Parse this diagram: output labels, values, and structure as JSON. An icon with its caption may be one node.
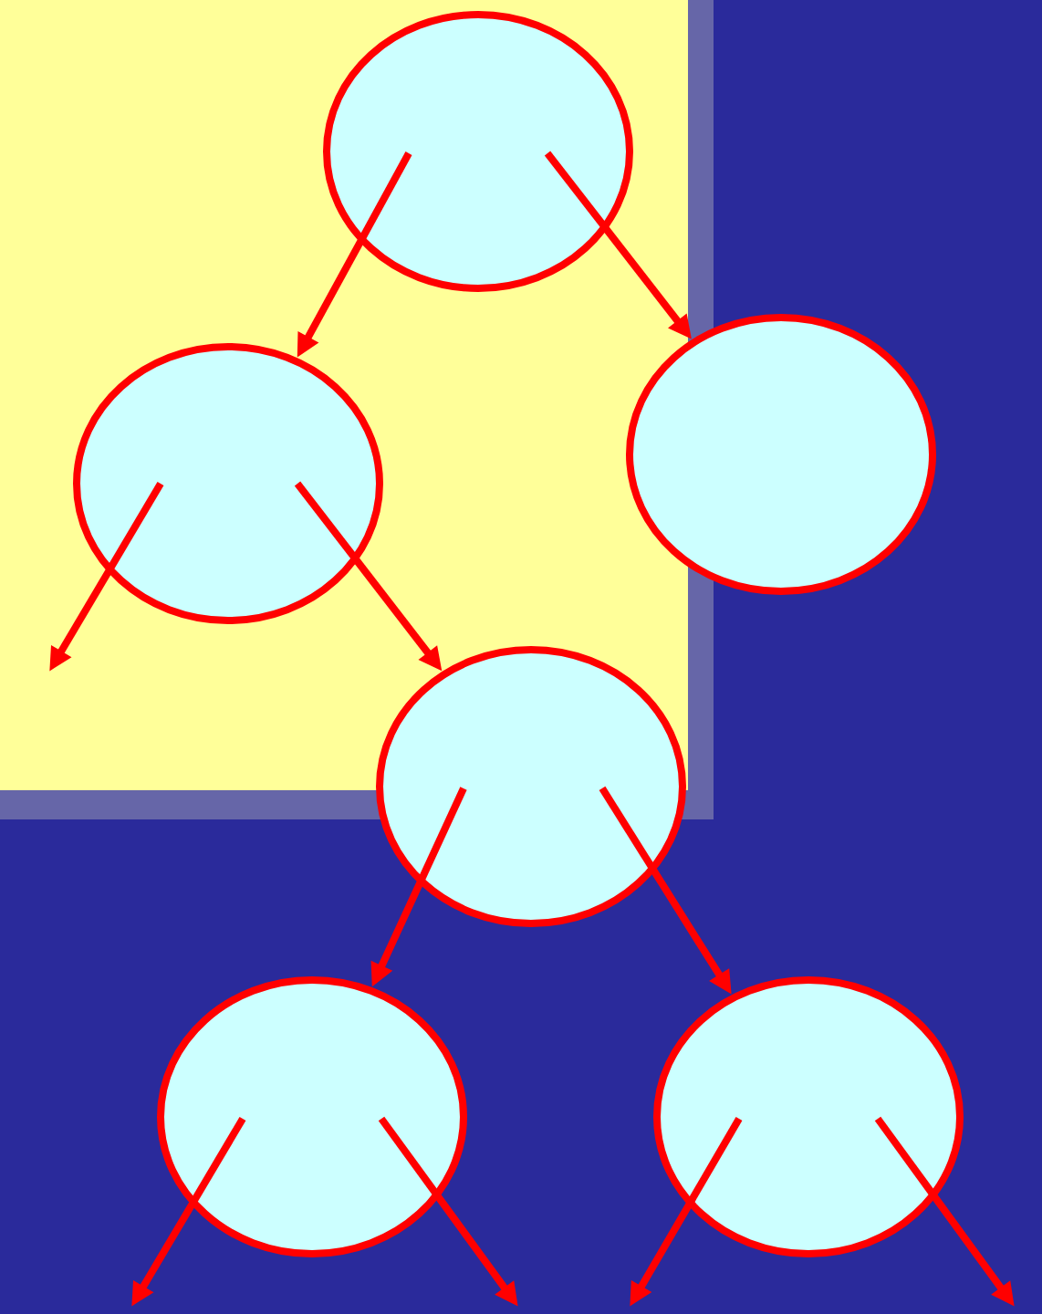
{
  "diagram": {
    "nodes": [
      {
        "text": [],
        "shape": "circle"
      },
      {
        "text": [],
        "shape": "circle"
      },
      {
        "text": [],
        "shape": "circle"
      },
      {
        "text": [],
        "shape": "circle"
      },
      {
        "text": [],
        "shape": "circle"
      },
      {
        "text": [],
        "shape": "circle"
      }
    ],
    "edges": [
      {
        "from": 0,
        "to": 1,
        "arrow": "to"
      },
      {
        "from": 0,
        "to": 2,
        "arrow": "to"
      },
      {
        "from": 1,
        "to": null,
        "arrow": "to"
      },
      {
        "from": 1,
        "to": 3,
        "arrow": "to"
      },
      {
        "from": 3,
        "to": 4,
        "arrow": "to"
      },
      {
        "from": 3,
        "to": 5,
        "arrow": "to"
      },
      {
        "from": 4,
        "to": null,
        "arrow": "to"
      },
      {
        "from": 4,
        "to": null,
        "arrow": "to"
      },
      {
        "from": 5,
        "to": null,
        "arrow": "to"
      },
      {
        "from": 5,
        "to": null,
        "arrow": "to"
      }
    ]
  }
}
